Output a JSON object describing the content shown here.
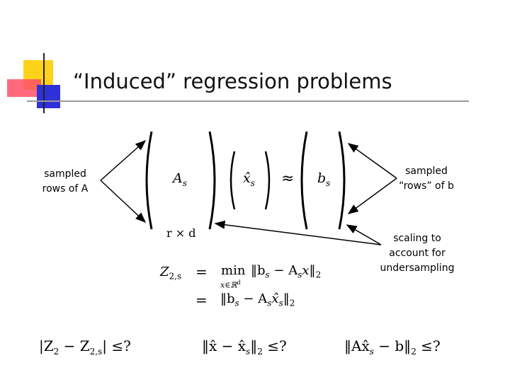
{
  "slide": {
    "title": "“Induced” regression problems",
    "label_rows_A": [
      "sampled",
      "rows of A"
    ],
    "label_rows_b": [
      "sampled",
      "“rows” of b"
    ],
    "label_scaling": [
      "scaling to",
      "account for",
      "undersampling"
    ]
  },
  "matrix": {
    "A_s": "A",
    "A_sub": "s",
    "x_s": "x̂",
    "x_sub": "s",
    "approx": "≈",
    "b_s": "b",
    "b_sub": "s",
    "dims": "r × d"
  },
  "equations": {
    "lhs": "Z",
    "lhs_sub": "2,s",
    "eq": "=",
    "min": "min",
    "min_sub": "x∈ℝ",
    "min_sup": "d",
    "line1": "‖b",
    "line1_b": "s",
    "line1_mid": " − A",
    "line1_a": "s",
    "line1_end": "x‖",
    "line1_norm": "2",
    "line2": "‖b",
    "line2_b": "s",
    "line2_mid": " − A",
    "line2_a": "s",
    "line2_end": "x̂",
    "line2_x": "s",
    "line2_close": "‖",
    "line2_norm": "2"
  },
  "questions": {
    "q1": "|Z",
    "q1_sub": "2",
    "q1_mid": " − Z",
    "q1_sub2": "2,s",
    "q1_end": "| ≤?",
    "q2": "‖x̂ − x̂",
    "q2_sub": "s",
    "q2_close": "‖",
    "q2_norm": "2",
    "q2_end": " ≤?",
    "q3": "‖Ax̂",
    "q3_sub": "s",
    "q3_mid": " − b‖",
    "q3_norm": "2",
    "q3_end": " ≤?"
  }
}
